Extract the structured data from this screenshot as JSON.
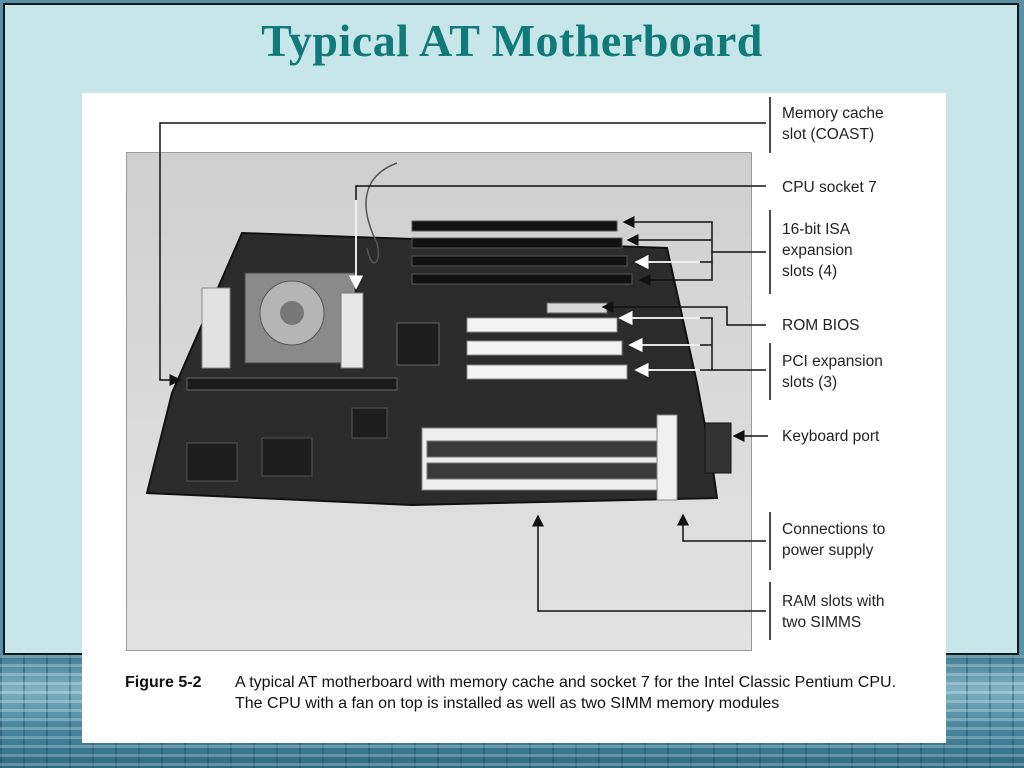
{
  "slide": {
    "title": "Typical AT Motherboard"
  },
  "callouts": [
    {
      "id": "cache",
      "text": "Memory cache\nslot (COAST)"
    },
    {
      "id": "cpu",
      "text": "CPU socket 7"
    },
    {
      "id": "isa",
      "text": "16-bit ISA\nexpansion\nslots (4)"
    },
    {
      "id": "bios",
      "text": "ROM BIOS"
    },
    {
      "id": "pci",
      "text": "PCI expansion\nslots (3)"
    },
    {
      "id": "keyboard",
      "text": "Keyboard port"
    },
    {
      "id": "power",
      "text": "Connections to\npower supply"
    },
    {
      "id": "ram",
      "text": "RAM slots with\ntwo SIMMS"
    }
  ],
  "figure": {
    "label": "Figure 5-2",
    "caption": "A typical AT motherboard with memory cache and socket 7 for the Intel Classic Pentium CPU. The CPU with a fan on top is installed as well as two SIMM memory modules"
  },
  "colors": {
    "title": "#0f7a78",
    "slide_bg": "#c6e6e9",
    "board": "#2a2a2a"
  }
}
